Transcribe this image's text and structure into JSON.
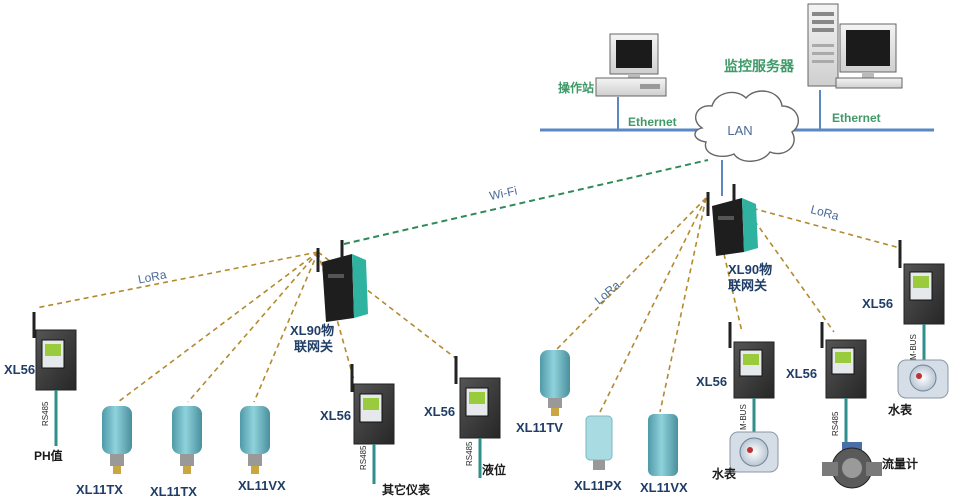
{
  "network": {
    "lan": "LAN",
    "ethernet_left": "Ethernet",
    "ethernet_right": "Ethernet",
    "operator_station": "操作站",
    "monitor_server": "监控服务器",
    "wifi": "Wi-Fi"
  },
  "gateways": [
    {
      "line1": "XL90物",
      "line2": "联网关"
    },
    {
      "line1": "XL90物",
      "line2": "联网关"
    }
  ],
  "links": {
    "lora_left": "LoRa",
    "lora_mid": "LoRa",
    "lora_right": "LoRa"
  },
  "devices": {
    "xl56_a": "XL56",
    "xl56_b": "XL56",
    "xl56_c": "XL56",
    "xl56_d": "XL56",
    "xl56_e": "XL56",
    "xl56_f": "XL56",
    "xl11tx_1": "XL11TX",
    "xl11tx_2": "XL11TX",
    "xl11vx_1": "XL11VX",
    "xl11tv": "XL11TV",
    "xl11px": "XL11PX",
    "xl11vx_2": "XL11VX"
  },
  "sensors": {
    "ph": "PH值",
    "other_meter": "其它仪表",
    "level": "液位",
    "water_meter_1": "水表",
    "flow_meter": "流量计",
    "water_meter_2": "水表"
  },
  "interfaces": {
    "rs485": "RS485",
    "mbus": "M-BUS"
  },
  "colors": {
    "ethernet": "#5b87c5",
    "lora_link": "#b38a2e",
    "wifi_link": "#2e8b57",
    "gateway_body": "#1e1e1e",
    "gateway_side": "#2fb3a0",
    "terminal_body": "#3a3a3a",
    "sensor_body": "#6fb8c4",
    "label_dark": "#1f3d66",
    "label_green": "#3f9a68"
  }
}
